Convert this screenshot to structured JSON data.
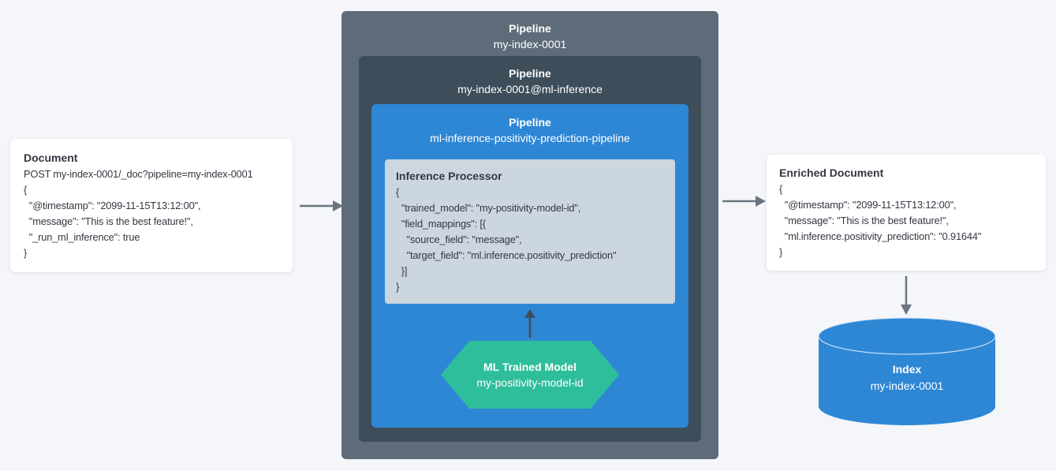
{
  "document_card": {
    "title": "Document",
    "lines": [
      "POST my-index-0001/_doc?pipeline=my-index-0001",
      "{",
      "  \"@timestamp\": \"2099-11-15T13:12:00\",",
      "  \"message\": \"This is the best feature!\",",
      "  \"_run_ml_inference\": true",
      "}"
    ]
  },
  "outer_pipeline": {
    "label": "Pipeline",
    "name": "my-index-0001"
  },
  "mid_pipeline": {
    "label": "Pipeline",
    "name": "my-index-0001@ml-inference"
  },
  "inner_pipeline": {
    "label": "Pipeline",
    "name": "ml-inference-positivity-prediction-pipeline"
  },
  "inference_processor": {
    "title": "Inference Processor",
    "lines": [
      "{",
      "  \"trained_model\": \"my-positivity-model-id\",",
      "  \"field_mappings\": [{",
      "    \"source_field\": \"message\",",
      "    \"target_field\": \"ml.inference.positivity_prediction\"",
      "  }]",
      "}"
    ]
  },
  "ml_model": {
    "title": "ML Trained Model",
    "name": "my-positivity-model-id"
  },
  "enriched_document": {
    "title": "Enriched Document",
    "lines": [
      "{",
      "  \"@timestamp\": \"2099-11-15T13:12:00\",",
      "  \"message\": \"This is the best feature!\",",
      "  \"ml.inference.positivity_prediction\": \"0.91644\"",
      "}"
    ]
  },
  "index": {
    "label": "Index",
    "name": "my-index-0001"
  },
  "colors": {
    "background": "#f4f6f9",
    "outer_pipeline": "#5e6c79",
    "mid_pipeline": "#3d4d59",
    "inner_pipeline": "#2e87d5",
    "processor_card": "#ccd6df",
    "model_hexagon": "#2fbe9c",
    "index_cylinder": "#2e87d5",
    "arrow_gray": "#6a7580",
    "arrow_dark": "#3d4d59",
    "text_dark": "#343741"
  }
}
